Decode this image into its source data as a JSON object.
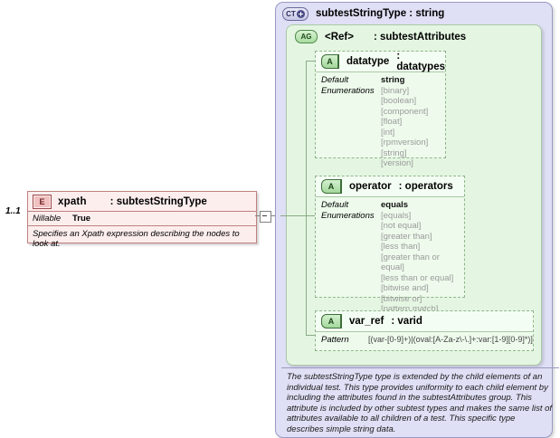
{
  "element_card": {
    "badge": "E",
    "name": "xpath",
    "type": ": subtestStringType",
    "occurs": "1..1",
    "property_label": "Nillable",
    "property_value": "True",
    "documentation": "Specifies an Xpath expression describing the nodes to look at."
  },
  "complex_type": {
    "badge": "CT",
    "title": "subtestStringType : string"
  },
  "attribute_group": {
    "badge": "AG",
    "ref": "<Ref>",
    "type": ": subtestAttributes"
  },
  "attributes": [
    {
      "badge": "A",
      "name": "datatype",
      "type": ": datatypes",
      "labels": [
        "Default",
        "Enumerations"
      ],
      "default": "string",
      "enumerations": [
        "[binary]",
        "[boolean]",
        "[component]",
        "[float]",
        "[int]",
        "[rpmversion]",
        "[string]",
        "[version]"
      ]
    },
    {
      "badge": "A",
      "name": "operator",
      "type": ": operators",
      "labels": [
        "Default",
        "Enumerations"
      ],
      "default": "equals",
      "enumerations": [
        "[equals]",
        "[not equal]",
        "[greater than]",
        "[less than]",
        "[greater than or equal]",
        "[less than or equal]",
        "[bitwise and]",
        "[bitwise or]",
        "[pattern match]"
      ]
    },
    {
      "badge": "A",
      "name": "var_ref",
      "type": ": varid",
      "labels": [
        "Pattern"
      ],
      "pattern": "[(var-[0-9]+)|(oval:[A-Za-z\\-\\.]+:var:[1-9][0-9]*)]"
    }
  ],
  "documentation": "The subtestStringType type is extended by the child elements of an individual test.  This type provides uniformity to each child element by including the attributes found in the subtestAttributes group.  This attribute is included by other subtest types and makes the same list of attributes available to all children of a test.  This specific type describes simple string data.",
  "colors": {
    "element_bg": "#fdeeee",
    "element_border": "#c08080",
    "complextype_bg": "#dfdff5",
    "complextype_border": "#9a9ac4",
    "group_bg": "#e4f6e2",
    "group_border": "#a9c9a5",
    "attribute_bg": "#eefbec",
    "enum_text": "#9a9a9a"
  }
}
